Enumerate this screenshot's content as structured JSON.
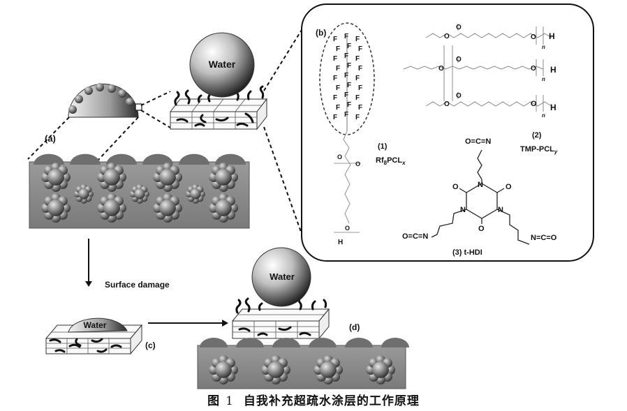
{
  "labels": {
    "a": "(a)",
    "b": "(b)",
    "c": "(c)",
    "d": "(d)"
  },
  "water_labels": [
    "Water",
    "Water",
    "Water"
  ],
  "arrow_texts": {
    "surface_damage": "Surface damage"
  },
  "chemicals": {
    "c1": {
      "number": "(1)",
      "name": "Rf",
      "sub1": "8",
      "name2": "PCL",
      "sub2": "x"
    },
    "c2": {
      "number": "(2)",
      "name": "TMP-PCL",
      "sub": "y"
    },
    "c3": {
      "name": "(3) t-HDI"
    }
  },
  "structure_text": {
    "F": "F",
    "O": "O",
    "H": "H",
    "n": "n",
    "NCO": "O=C=N",
    "NCO_r": "N=C=O",
    "N": "N"
  },
  "caption": {
    "figure": "图",
    "number": "1",
    "text": "自我补充超疏水涂层的工作原理"
  }
}
